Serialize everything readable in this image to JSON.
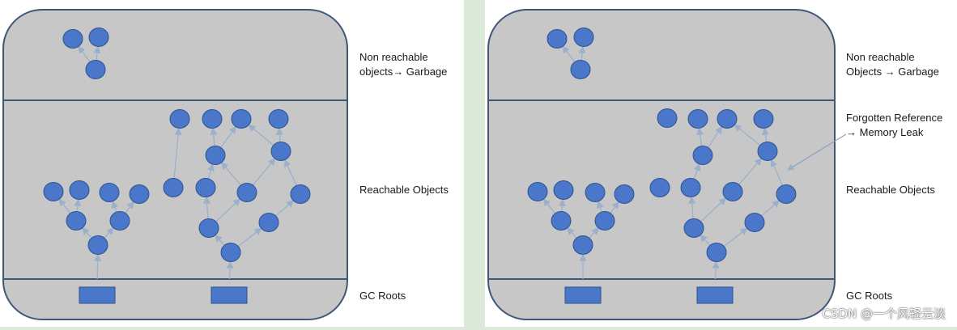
{
  "colors": {
    "node_fill": "#4a77c9",
    "node_stroke": "#2e528f",
    "edge": "#9bb0cc",
    "box_fill": "#c7c7c7",
    "box_stroke": "#3f5778"
  },
  "left": {
    "labels": {
      "garbage_line1": "Non reachable",
      "garbage_line2": "objects→ Garbage",
      "reachable": "Reachable Objects",
      "roots": "GC Roots"
    }
  },
  "right": {
    "labels": {
      "garbage_line1": "Non reachable",
      "garbage_line2": "Objects → Garbage",
      "forgotten_line1": "Forgotten Reference",
      "forgotten_line2": "→ Memory Leak",
      "reachable": "Reachable Objects",
      "roots": "GC Roots"
    }
  },
  "watermark": "CSDN @一个风轻云淡"
}
